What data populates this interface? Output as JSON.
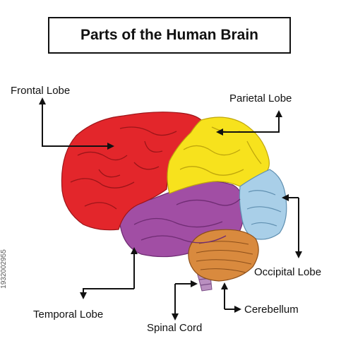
{
  "title": "Parts of the Human Brain",
  "labels": {
    "frontal": "Frontal Lobe",
    "parietal": "Parietal Lobe",
    "occipital": "Occipital Lobe",
    "temporal": "Temporal Lobe",
    "cerebellum": "Cerebellum",
    "spinal_cord": "Spinal Cord"
  },
  "side_id": "1932002955",
  "colors": {
    "frontal": "#e3262b",
    "parietal": "#f7e21d",
    "occipital": "#a9cfe8",
    "temporal": "#a14ea4",
    "cerebellum": "#d98a3e",
    "spinal_cord": "#b98fc0"
  }
}
